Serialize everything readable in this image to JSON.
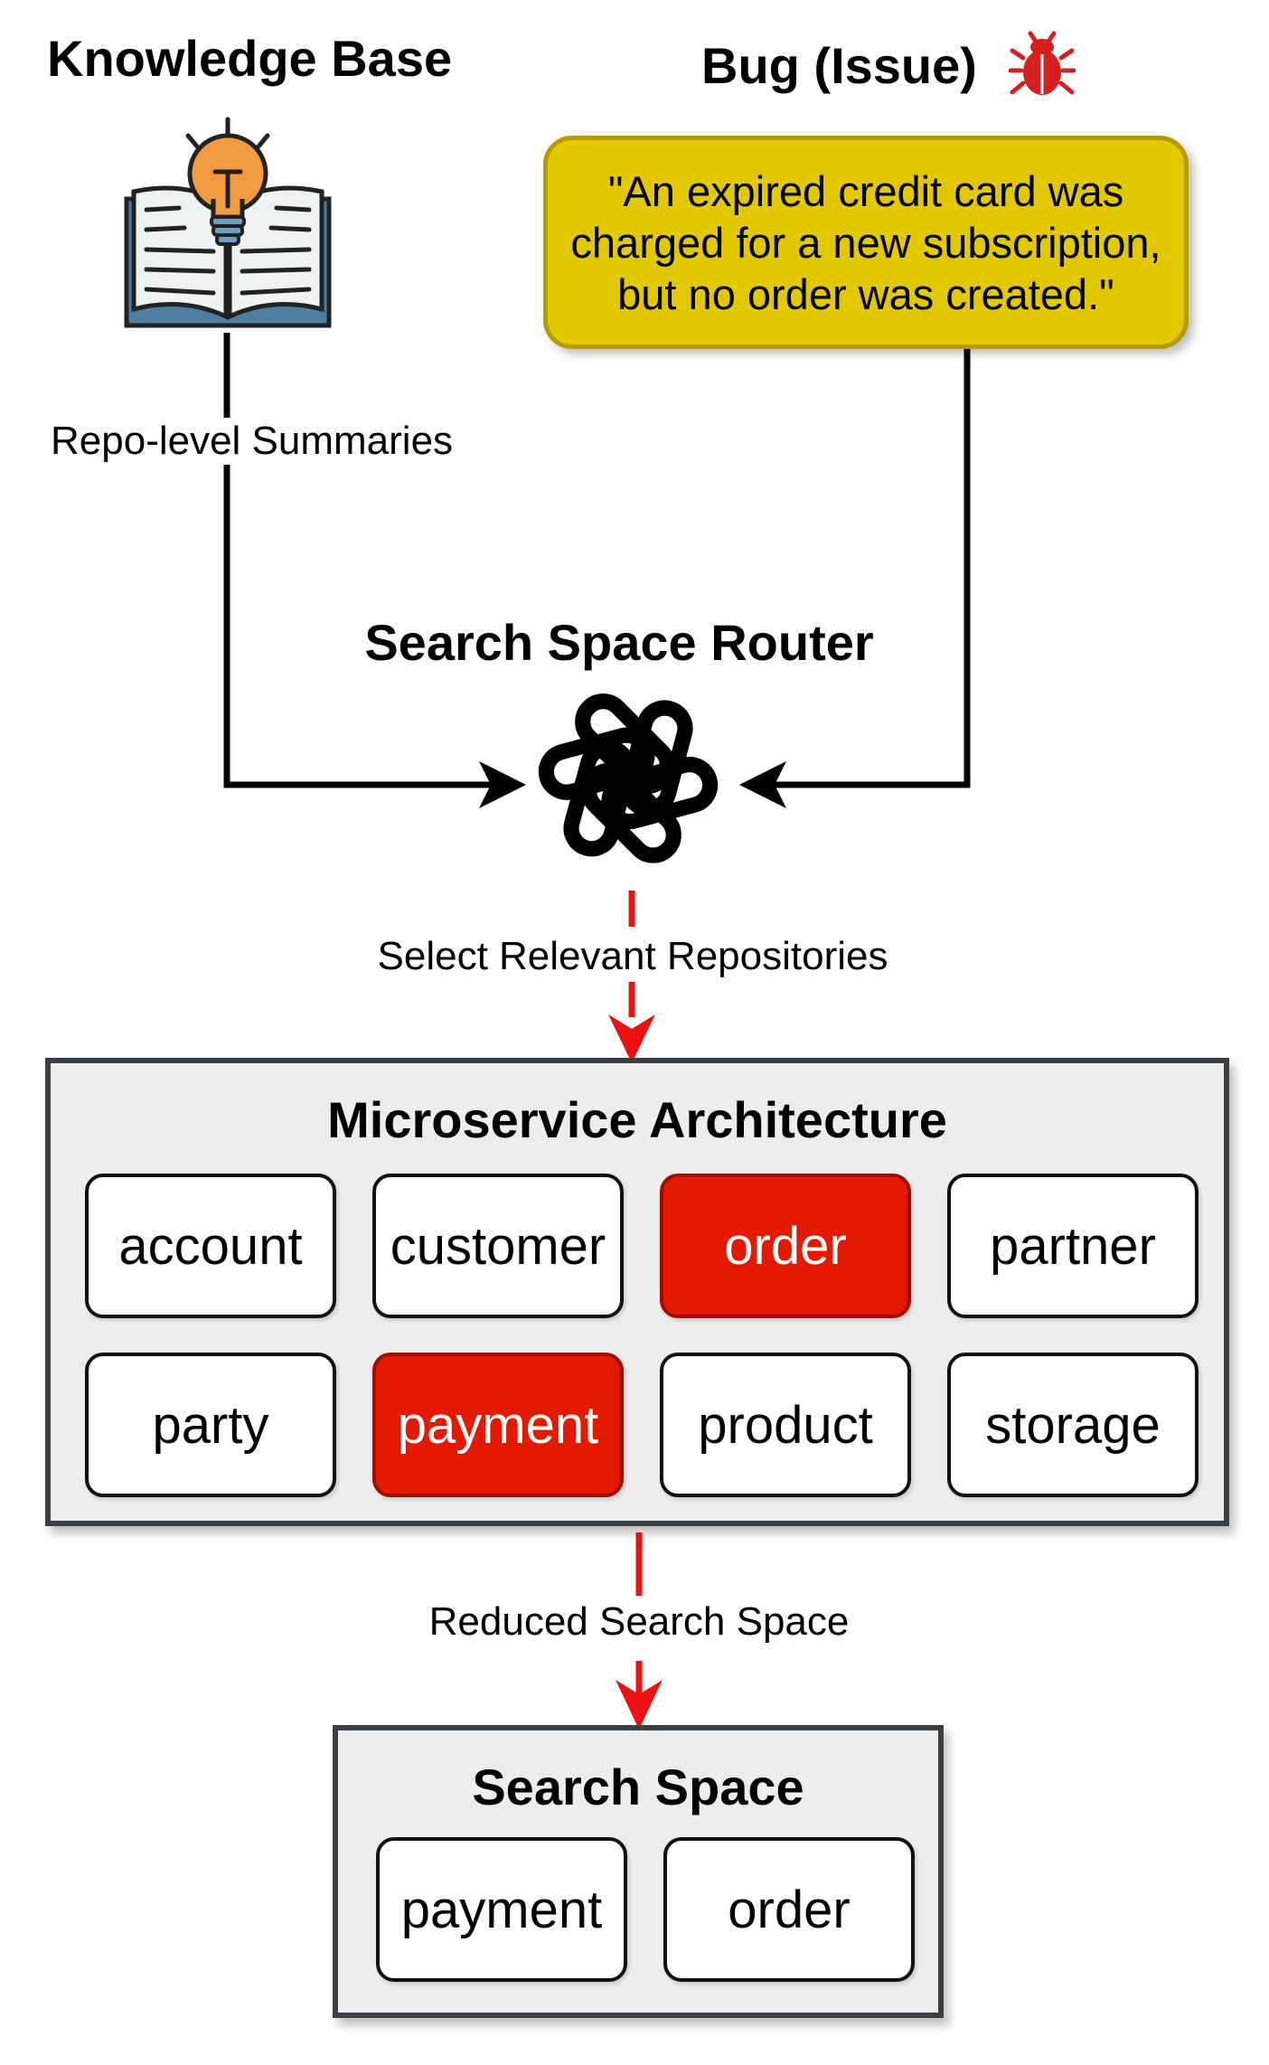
{
  "knowledge_base": {
    "title": "Knowledge Base",
    "edge_label": "Repo-level Summaries"
  },
  "bug": {
    "title": "Bug (Issue)",
    "description": "\"An expired credit card was charged for a new subscription, but no order was created.\""
  },
  "router": {
    "title": "Search Space Router",
    "edge_label": "Select Relevant Repositories"
  },
  "architecture": {
    "title": "Microservice Architecture",
    "services": [
      {
        "label": "account",
        "highlighted": false
      },
      {
        "label": "customer",
        "highlighted": false
      },
      {
        "label": "order",
        "highlighted": true
      },
      {
        "label": "partner",
        "highlighted": false
      },
      {
        "label": "party",
        "highlighted": false
      },
      {
        "label": "payment",
        "highlighted": true
      },
      {
        "label": "product",
        "highlighted": false
      },
      {
        "label": "storage",
        "highlighted": false
      }
    ],
    "edge_label": "Reduced Search Space"
  },
  "search_space": {
    "title": "Search Space",
    "items": [
      {
        "label": "payment"
      },
      {
        "label": "order"
      }
    ]
  },
  "colors": {
    "bug_box": "#e2c800",
    "highlight": "#e41a00",
    "panel": "#ededed",
    "arrow_red": "#ee1111"
  },
  "icons": {
    "knowledge_base": "book-lightbulb-icon",
    "bug": "bug-icon",
    "router": "openai-logo-icon"
  }
}
